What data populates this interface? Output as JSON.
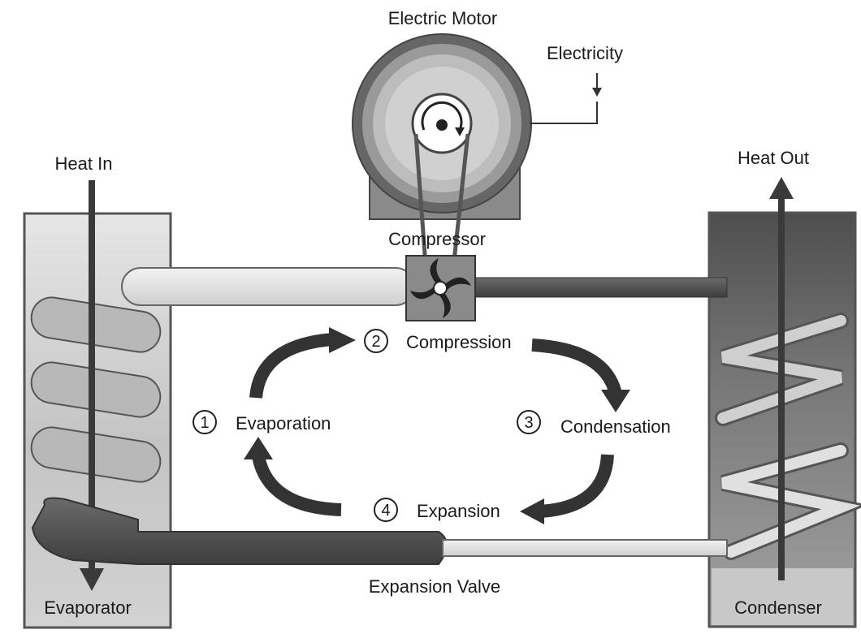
{
  "labels": {
    "electric_motor": "Electric Motor",
    "electricity": "Electricity",
    "heat_in": "Heat In",
    "heat_out": "Heat Out",
    "compressor": "Compressor",
    "evaporator": "Evaporator",
    "condenser": "Condenser",
    "expansion_valve": "Expansion Valve"
  },
  "stages": [
    {
      "number": "1",
      "name": "Evaporation"
    },
    {
      "number": "2",
      "name": "Compression"
    },
    {
      "number": "3",
      "name": "Condensation"
    },
    {
      "number": "4",
      "name": "Expansion"
    }
  ],
  "colors": {
    "dark_pipe": "#4a4a4a",
    "light_pipe": "#dedede",
    "evaporator_fill": "#c9c9c9",
    "condenser_fill": "#6f6f6f",
    "arrow": "#333333"
  }
}
